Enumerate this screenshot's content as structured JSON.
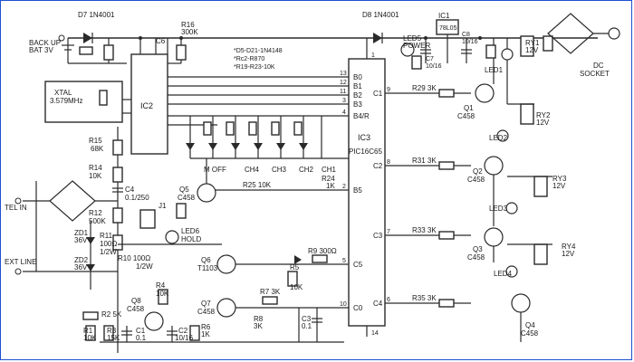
{
  "labels": {
    "d7": "D7 1N4001",
    "d8": "D8 1N4001",
    "backup": "BACK UP",
    "bat": "BAT 3V",
    "r16": "R16",
    "r16v": "300K",
    "c6": "C6",
    "note1": "*D5-D21-1N4148",
    "note2": "*Rc2-R870",
    "note3": "*R19-R23-10K",
    "led5": "LED5",
    "power": "POWER",
    "ic1": "IC1",
    "ic1v": "78L05",
    "c7": "C7",
    "c7v": "10/16",
    "c8": "C8",
    "c8v": "10/16",
    "ry1": "RY1",
    "ry1v": "12V",
    "dc": "DC",
    "socket": "SOCKET",
    "xtal": "XTAL",
    "xtalv": "3.579MHz",
    "ic2": "IC2",
    "ic3": "IC3",
    "ic3v": "PIC16C65",
    "pinB0": "B0",
    "pinB1": "B1",
    "pinB2": "B2",
    "pinB3": "B3",
    "pinB4": "B4/R",
    "pinB5": "B5",
    "pinC1": "C1",
    "pinC2": "C2",
    "pinC3": "C3",
    "pinC4": "C4",
    "pinC5": "C5",
    "pinC0": "C0",
    "r15": "R15",
    "r15v": "68K",
    "r14": "R14",
    "r14v": "10K",
    "c4": "C4",
    "c4v": "0.1/250",
    "r12": "R12",
    "r12v": "500K",
    "r11": "R11",
    "r11v": "100Ω",
    "r11w": "1/2W",
    "r10": "R10 100Ω",
    "r10w": "1/2W",
    "j1": "J1",
    "led6": "LED6",
    "hold": "HOLD",
    "telin": "TEL IN",
    "extline": "EXT LINE",
    "zd1": "ZD1",
    "zd1v": "36V",
    "zd2": "ZD2",
    "zd2v": "36V",
    "moff": "M OFF",
    "ch4": "CH4",
    "ch3": "CH3",
    "ch2": "CH2",
    "ch1": "CH1",
    "q5": "Q5",
    "q5v": "C458",
    "r25": "R25 10K",
    "r24": "R24",
    "r24v": "1K",
    "q6": "Q6",
    "q6v": "T1103",
    "q7": "Q7",
    "q7v": "C458",
    "q8": "Q8",
    "q8v": "C458",
    "r4": "R4",
    "r4v": "10K",
    "r2": "R2 5K",
    "r1": "R1",
    "r1v": "10K",
    "r3": "R3",
    "r3v": "15K",
    "c1": "C1",
    "c1v": "0.1",
    "c2": "C2",
    "c2v": "10/16",
    "r6": "R6",
    "r6v": "1K",
    "r5": "R5",
    "r5v": "10K",
    "r7": "R7 3K",
    "r8": "R8",
    "r8v": "3K",
    "c3": "C3",
    "c3v": "0.1",
    "r9": "R9 300Ω",
    "q1": "Q1",
    "q1v": "C458",
    "q2": "Q2",
    "q2v": "C458",
    "q3": "Q3",
    "q3v": "C458",
    "q4": "Q4",
    "q4v": "C458",
    "r29": "R29 3K",
    "r31": "R31 3K",
    "r33": "R33 3K",
    "r35": "R35 3K",
    "led1": "LED1",
    "led2": "LED2",
    "led3": "LED3",
    "led4": "LED4",
    "ry2": "RY2",
    "ry2v": "12V",
    "ry3": "RY3",
    "ry3v": "12V",
    "ry4": "RY4",
    "ry4v": "12V",
    "pin_c1": "9",
    "pin_c2": "8",
    "pin_c3": "7",
    "pin_c4": "6",
    "pin_b0": "13",
    "pin_b1": "12",
    "pin_b2": "11",
    "pin_b3": "3",
    "pin_b4": "4",
    "pin_b5": "2",
    "pin_c5": "5",
    "pin_c0": "10",
    "pin_gnd": "14",
    "pin_vdd": "1"
  }
}
